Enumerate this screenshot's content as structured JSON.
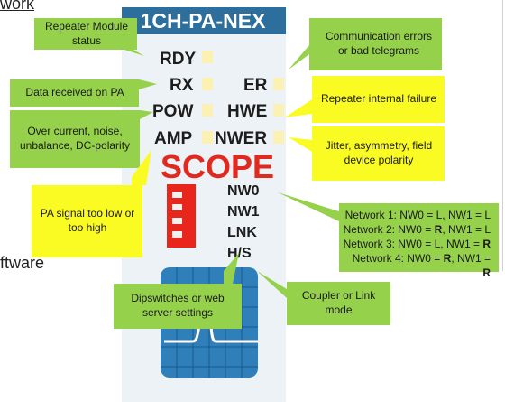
{
  "background_fragments": {
    "top": "work",
    "middle": "ftware"
  },
  "device": {
    "title": "1CH-PA-NEX",
    "leds": {
      "rdy": "RDY",
      "rx": "RX",
      "er": "ER",
      "pow": "POW",
      "hwe": "HWE",
      "amp": "AMP",
      "nwer": "NWER"
    },
    "scope_label": "SCOPE",
    "switch_labels": {
      "nw0": "NW0",
      "nw1": "NW1",
      "lnk": "LNK",
      "hs": "H/S"
    }
  },
  "callouts": {
    "repeater_status": "Repeater Module status",
    "data_received": "Data received on PA",
    "overcurrent": "Over current, noise, unbalance, DC-polarity",
    "signal_level": "PA signal too low or too high",
    "dipswitch": "Dipswitches or web server settings",
    "comm_errors": "Communication errors or bad telegrams",
    "internal_failure": "Repeater internal failure",
    "jitter": "Jitter, asymmetry, field device polarity",
    "coupler_mode": "Coupler or Link mode",
    "network": [
      {
        "prefix": "Network 1: NW0 = L, NW1 = L",
        "b1": "",
        "mid": "",
        "b2": ""
      },
      {
        "prefix": "Network 2: NW0 = ",
        "b1": "R",
        "mid": ", NW1 = L",
        "b2": ""
      },
      {
        "prefix": "Network 3: NW0 = L, NW1 = ",
        "b1": "R",
        "mid": "",
        "b2": ""
      },
      {
        "prefix": "Network 4: NW0 = ",
        "b1": "R",
        "mid": ", NW1 = ",
        "b2": "R"
      }
    ]
  },
  "colors": {
    "callout_green": "#96d14c",
    "callout_yellow": "#fbfb24",
    "device_header": "#2d6f9c",
    "scope_red": "#e12a1f"
  }
}
